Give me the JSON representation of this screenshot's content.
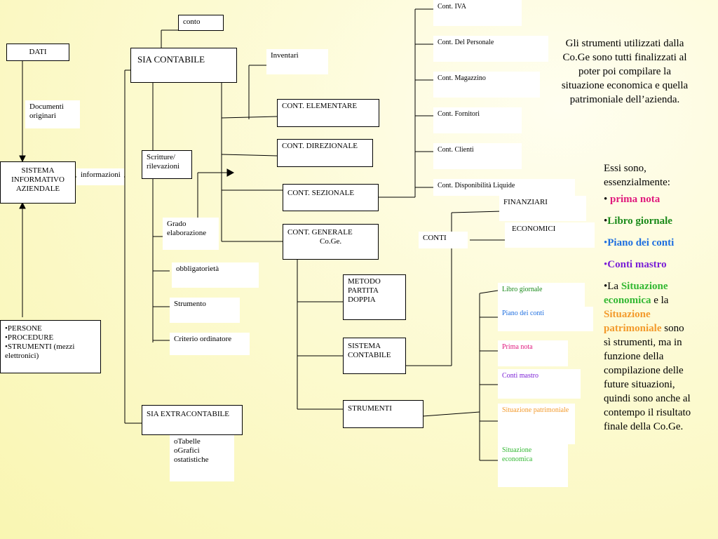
{
  "boxes": {
    "conto": "conto",
    "dati": "DATI",
    "documenti": "Documenti originari",
    "sistema_informativo": "SISTEMA INFORMATIVO AZIENDALE",
    "informazioni": "informazioni",
    "persone": "•PERSONE",
    "procedure": "•PROCEDURE",
    "strumenti_list": "•STRUMENTI (mezzi elettronici)",
    "sia_contabile": "SIA CONTABILE",
    "inventari": "Inventari",
    "scritture": "Scritture/ rilevazioni",
    "grado": "Grado elaborazione",
    "obbligatorieta": "obbligatorietà",
    "strumento": "Strumento",
    "criterio": "Criterio ordinatore",
    "sia_extracontabile": "SIA EXTRACONTABILE",
    "tabelle": "oTabelle",
    "grafici": "oGrafici",
    "statistiche": "ostatistiche",
    "cont_elementare": "CONT. ELEMENTARE",
    "cont_direzionale": "CONT. DIREZIONALE",
    "cont_sezionale": "CONT. SEZIONALE",
    "cont_generale_1": "CONT. GENERALE",
    "cont_generale_2": "Co.Ge.",
    "metodo": "METODO PARTITA DOPPIA",
    "sistema_contabile": "SISTEMA CONTABILE",
    "strumenti_box": "STRUMENTI",
    "conti": "CONTI",
    "finanziari": "FINANZIARI",
    "economici": "ECONOMICI",
    "cont_iva": "Cont. IVA",
    "cont_personale": "Cont. Del Personale",
    "cont_magazzino": "Cont. Magazzino",
    "cont_fornitori": "Cont. Fornitori",
    "cont_clienti": "Cont. Clienti",
    "cont_disponibilita": "Cont. Disponibilità Liquide",
    "libro_giornale": "Libro giornale",
    "piano_conti": "Piano dei conti",
    "prima_nota": "Prima nota",
    "conti_mastro": "Conti mastro",
    "situazione_patrimoniale": "Situazione patrimoniale",
    "situazione_economica": "Situazione economica"
  },
  "side": {
    "paragraph1": "Gli strumenti utilizzati dalla Co.Ge sono tutti finalizzati al poter poi compilare la situazione economica e quella patrimoniale dell’azienda.",
    "intro": "Essi sono, essenzialmente:",
    "bullet_dot": "• ",
    "item1": "prima nota",
    "item2_dot": "•",
    "item2": "Libro giornale",
    "item3_dot": "•",
    "item3": "Piano dei conti",
    "item4_dot": "•",
    "item4": "Conti mastro",
    "item5_pre": "•La ",
    "item5_a": "Situazione economica",
    "item5_mid": " e la ",
    "item5_b": "Situazione patrimoniale",
    "item5_post": " sono sì strumenti, ma in funzione della compilazione delle future situazioni, quindi sono anche al contempo il risultato finale della Co.Ge."
  },
  "colors": {
    "prima_nota": "#e0197d",
    "libro_giornale": "#1a8a1a",
    "piano_conti": "#1f6fe0",
    "conti_mastro": "#7a1fd6",
    "situazione_economica": "#33b833",
    "situazione_patrimoniale": "#f39a2b"
  }
}
